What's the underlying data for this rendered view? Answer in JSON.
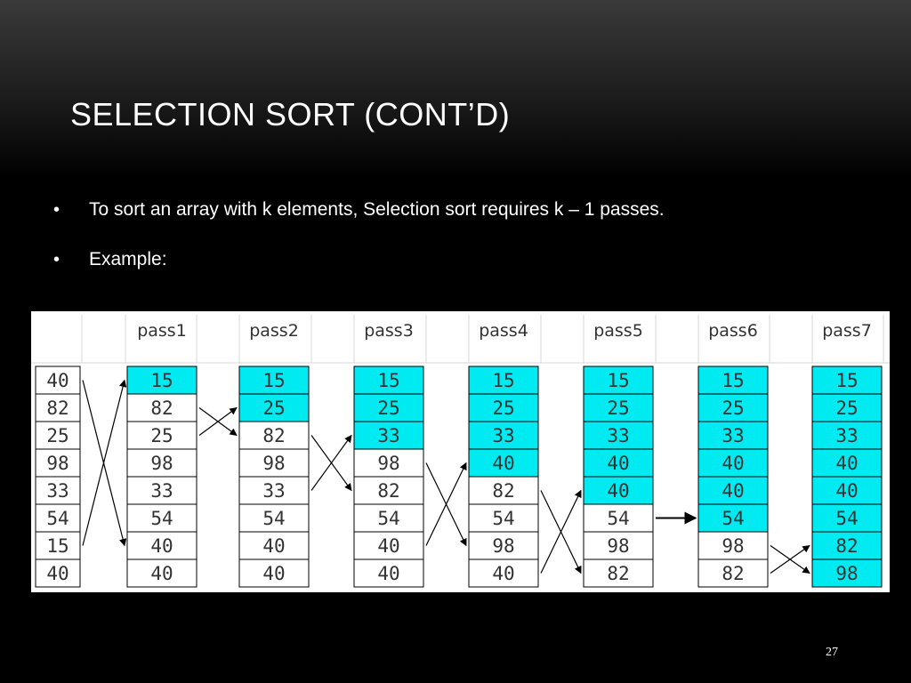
{
  "slide": {
    "title": "SELECTION SORT (CONT’D)",
    "bullets": [
      "To sort an array with k elements, Selection sort requires k – 1 passes.",
      "Example:"
    ],
    "page_number": "27"
  },
  "diagram": {
    "colors": {
      "panel_bg": "#ffffff",
      "header_bg": "#ffffff",
      "highlight": "#00eaf2",
      "cell_bg": "#ffffff",
      "cell_border": "#000000",
      "text": "#333333",
      "arrow": "#000000"
    },
    "initial_array": [
      "40",
      "82",
      "25",
      "98",
      "33",
      "54",
      "15",
      "40"
    ],
    "passes": [
      {
        "label": "pass1",
        "values": [
          "15",
          "82",
          "25",
          "98",
          "33",
          "54",
          "40",
          "40"
        ],
        "sorted_count": 1
      },
      {
        "label": "pass2",
        "values": [
          "15",
          "25",
          "82",
          "98",
          "33",
          "54",
          "40",
          "40"
        ],
        "sorted_count": 2
      },
      {
        "label": "pass3",
        "values": [
          "15",
          "25",
          "33",
          "98",
          "82",
          "54",
          "40",
          "40"
        ],
        "sorted_count": 3
      },
      {
        "label": "pass4",
        "values": [
          "15",
          "25",
          "33",
          "40",
          "82",
          "54",
          "98",
          "40"
        ],
        "sorted_count": 4
      },
      {
        "label": "pass5",
        "values": [
          "15",
          "25",
          "33",
          "40",
          "40",
          "54",
          "98",
          "82"
        ],
        "sorted_count": 5
      },
      {
        "label": "pass6",
        "values": [
          "15",
          "25",
          "33",
          "40",
          "40",
          "54",
          "98",
          "82"
        ],
        "sorted_count": 6
      },
      {
        "label": "pass7",
        "values": [
          "15",
          "25",
          "33",
          "40",
          "40",
          "54",
          "82",
          "98"
        ],
        "sorted_count": 8
      }
    ],
    "swaps": [
      {
        "type": "cross",
        "rows": [
          0,
          6
        ]
      },
      {
        "type": "cross",
        "rows": [
          1,
          2
        ]
      },
      {
        "type": "cross",
        "rows": [
          2,
          4
        ]
      },
      {
        "type": "cross",
        "rows": [
          3,
          6
        ]
      },
      {
        "type": "cross",
        "rows": [
          4,
          7
        ]
      },
      {
        "type": "straight",
        "rows": [
          5,
          5
        ]
      },
      {
        "type": "cross",
        "rows": [
          6,
          7
        ]
      }
    ]
  }
}
